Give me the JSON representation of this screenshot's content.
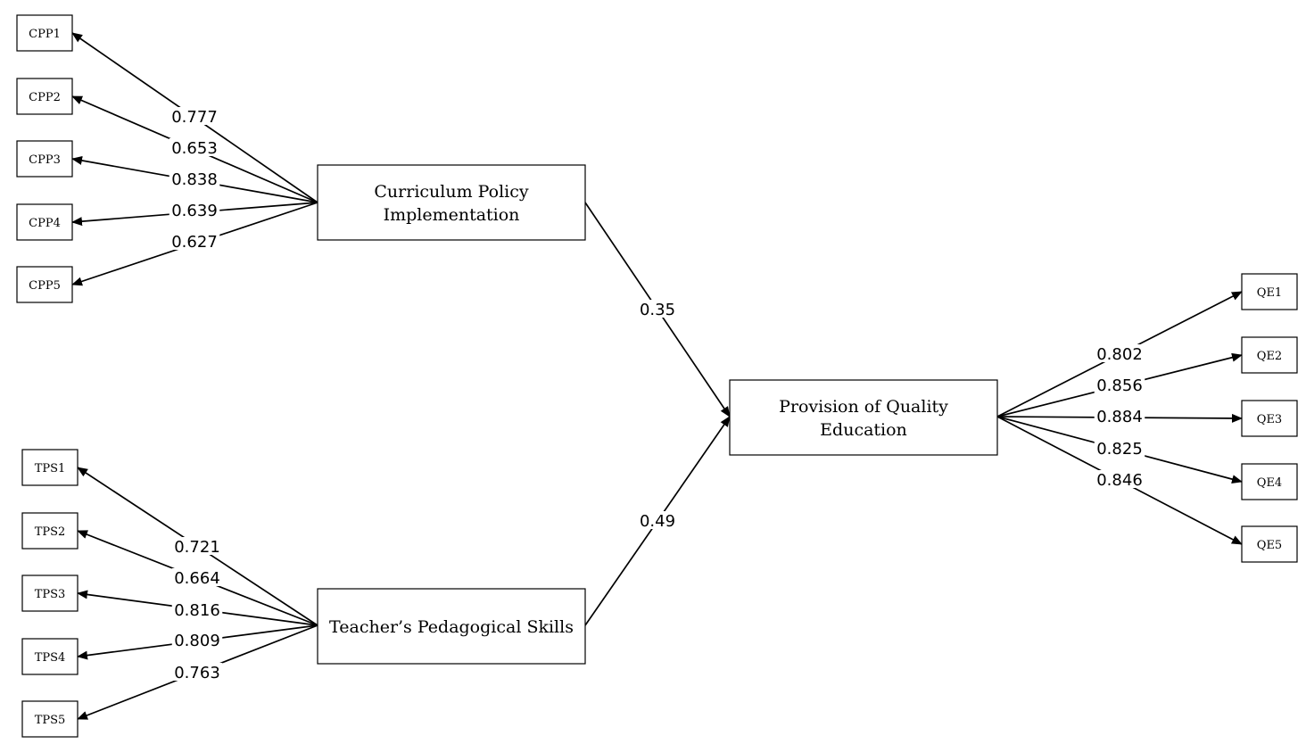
{
  "latents": {
    "cpi": {
      "line1": "Curriculum Policy",
      "line2": "Implementation"
    },
    "tps": {
      "line1": "Teacher’s Pedagogical Skills"
    },
    "pqe": {
      "line1": "Provision of Quality",
      "line2": "Education"
    }
  },
  "indicators": {
    "cpp": [
      "CPP1",
      "CPP2",
      "CPP3",
      "CPP4",
      "CPP5"
    ],
    "tps": [
      "TPS1",
      "TPS2",
      "TPS3",
      "TPS4",
      "TPS5"
    ],
    "qe": [
      "QE1",
      "QE2",
      "QE3",
      "QE4",
      "QE5"
    ]
  },
  "loadings": {
    "cpp": [
      "0.777",
      "0.653",
      "0.838",
      "0.639",
      "0.627"
    ],
    "tps": [
      "0.721",
      "0.664",
      "0.816",
      "0.809",
      "0.763"
    ],
    "qe": [
      "0.802",
      "0.856",
      "0.884",
      "0.825",
      "0.846"
    ]
  },
  "paths": {
    "cpi_to_pqe": "0.35",
    "tps_to_pqe": "0.49"
  },
  "colors": {
    "stroke": "#000000",
    "background": "#ffffff"
  }
}
